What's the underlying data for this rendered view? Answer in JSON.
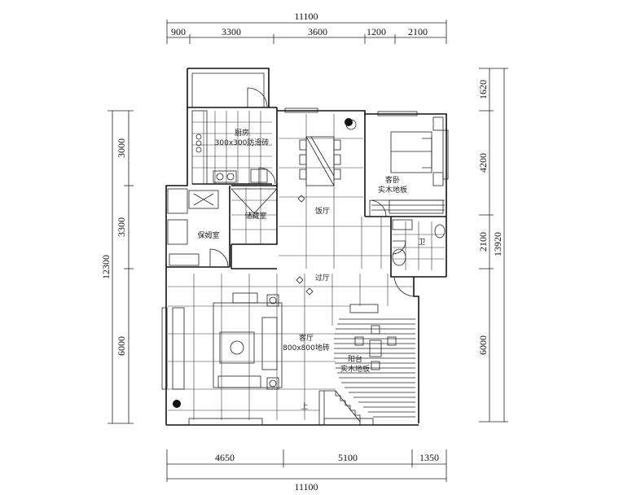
{
  "dimensions": {
    "top_total": "11100",
    "top_segments": [
      "900",
      "3300",
      "3600",
      "1200",
      "2100"
    ],
    "bottom_segments": [
      "4650",
      "5100",
      "1350"
    ],
    "bottom_total": "11100",
    "left_total": "12300",
    "left_segments": [
      "3000",
      "3300",
      "6000"
    ],
    "right_total": "13920",
    "right_segments": [
      "1620",
      "4200",
      "2100",
      "6000"
    ]
  },
  "rooms": {
    "kitchen_name": "厨房",
    "kitchen_floor": "300x300防滑砖",
    "dining": "饭厅",
    "bedroom_name": "客卧",
    "bedroom_floor": "实木地板",
    "nanny_room": "保姆室",
    "storage_room": "储藏室",
    "bathroom": "卫",
    "hallway": "过厅",
    "living_name": "客厅",
    "living_floor": "800x800地砖",
    "balcony_name": "阳台",
    "balcony_floor": "实木地板",
    "stair_label": "上"
  }
}
